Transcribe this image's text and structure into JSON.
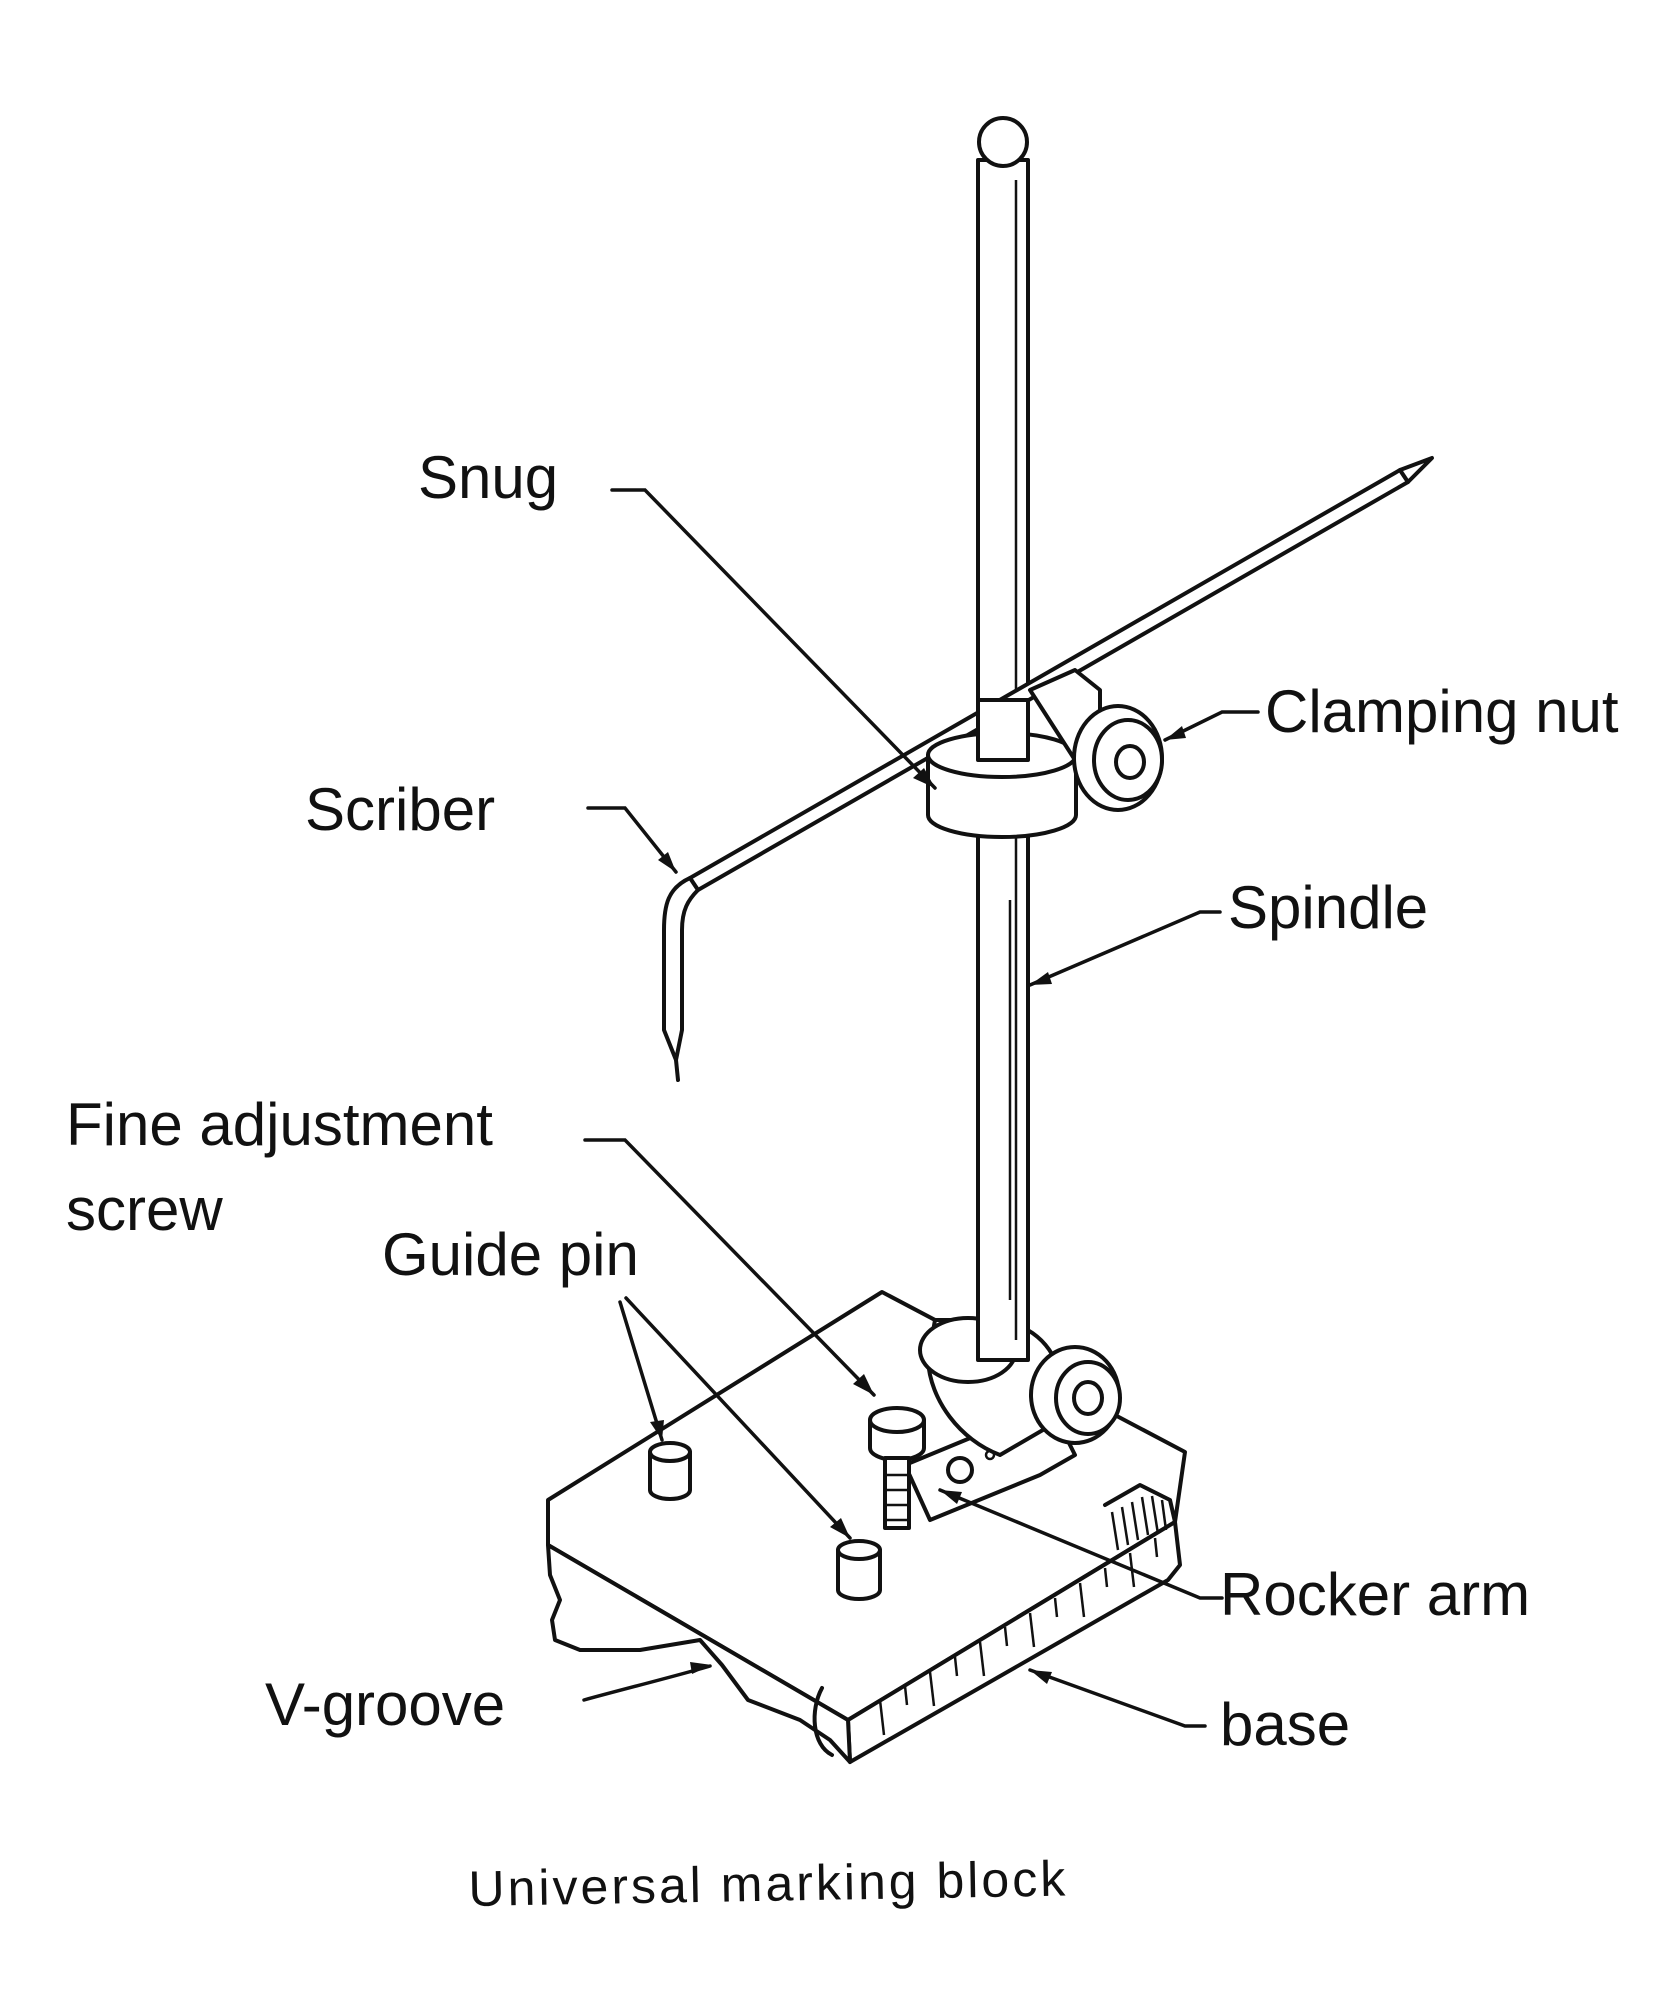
{
  "figure": {
    "caption": "Universal marking block",
    "background": "#ffffff",
    "ink_color": "#111111"
  },
  "labels": {
    "snug": "Snug",
    "clamping_nut": "Clamping nut",
    "scriber": "Scriber",
    "spindle": "Spindle",
    "fine_adjustment_line1": "Fine adjustment",
    "fine_adjustment_line2": "screw",
    "guide_pin": "Guide pin",
    "rocker_arm": "Rocker arm",
    "v_groove": "V-groove",
    "base": "base"
  }
}
